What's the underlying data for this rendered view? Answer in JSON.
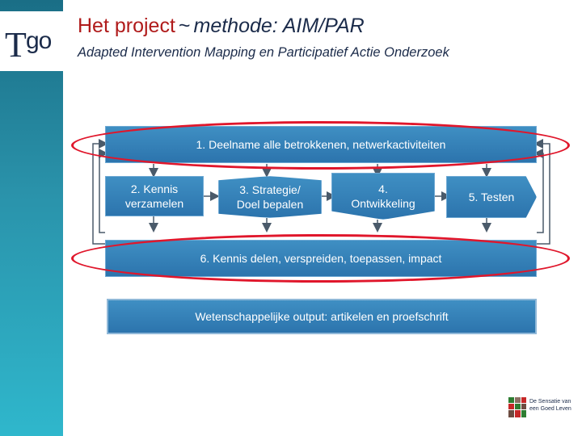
{
  "logo": {
    "mark_t": "T",
    "mark_go": "go",
    "tagline": ""
  },
  "header": {
    "title_project": "Het project",
    "title_tilde": "~",
    "title_method": "methode: AIM/PAR",
    "subtitle": "Adapted Intervention Mapping en Participatief Actie Onderzoek"
  },
  "diagram": {
    "step1": "1. Deelname alle betrokkenen, netwerkactiviteiten",
    "step2_line1": "2. Kennis",
    "step2_line2": "verzamelen",
    "step3_line1": "3. Strategie/",
    "step3_line2": "Doel bepalen",
    "step4_line1": "4.",
    "step4_line2": "Ontwikkeling",
    "step5": "5. Testen",
    "step6": "6. Kennis delen, verspreiden, toepassen, impact",
    "output": "Wetenschappelijke output: artikelen en proefschrift"
  },
  "footer_badge": {
    "line1": "De Sensatie van",
    "line2": "een Goed Leven"
  },
  "colors": {
    "sidebar": "#2a93ab",
    "box": "#3a85bd",
    "highlight_oval": "#e0162b",
    "title_red": "#b01b1b",
    "title_navy": "#1b2b4a"
  }
}
